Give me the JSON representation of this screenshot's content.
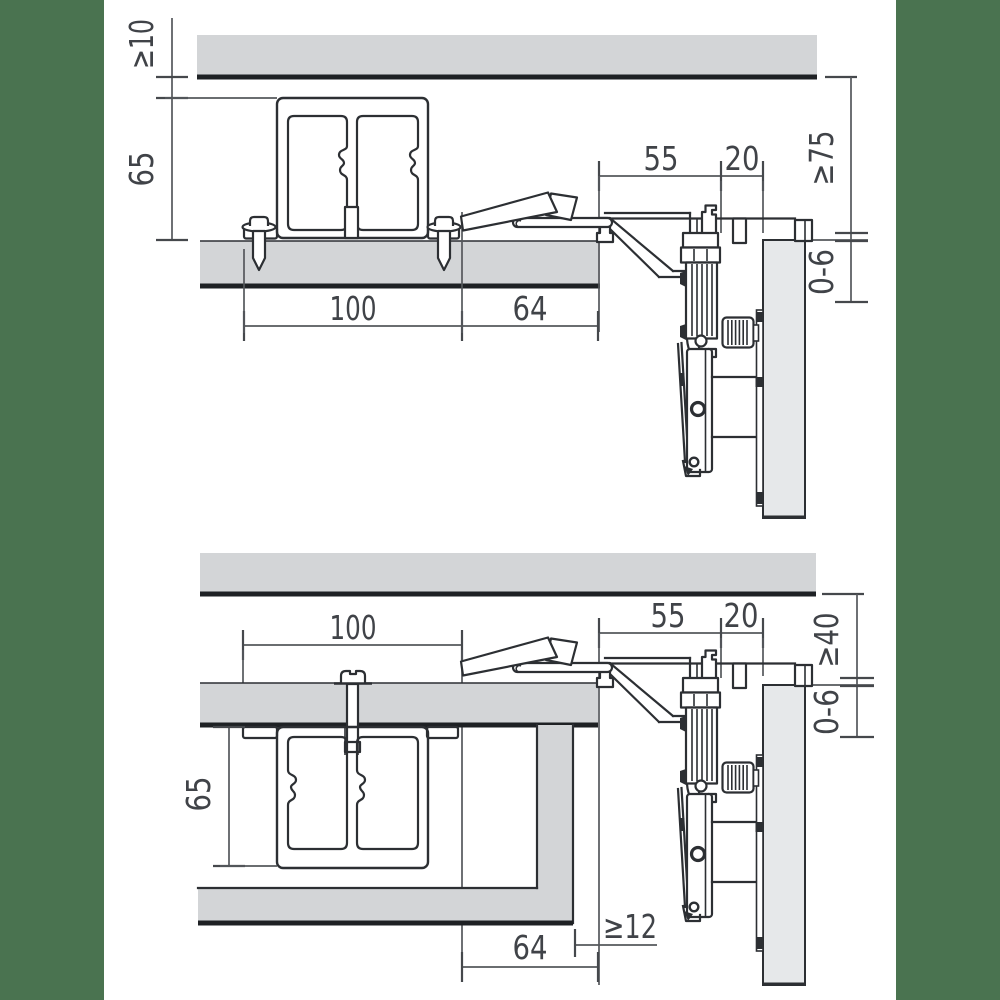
{
  "colors": {
    "accent_green": "#4a7350",
    "panel_gray": "#d3d5d7",
    "door_gray": "#e6e8ea",
    "line_dark": "#2c2f33"
  },
  "top_view": {
    "labels": {
      "ceiling_gap": "≥10",
      "track_height": "65",
      "mount_width": "100",
      "front_width": "64",
      "carriage_depth": "55",
      "hanger_offset": "20",
      "door_clearance": "≥75",
      "adjust_range": "0-6"
    }
  },
  "bottom_view": {
    "labels": {
      "carriage_depth": "55",
      "hanger_offset": "20",
      "door_clearance": "≥40",
      "adjust_range": "0-6",
      "mount_width": "100",
      "track_height": "65",
      "bottom_width": "64",
      "recess_gap": "≥12"
    }
  }
}
